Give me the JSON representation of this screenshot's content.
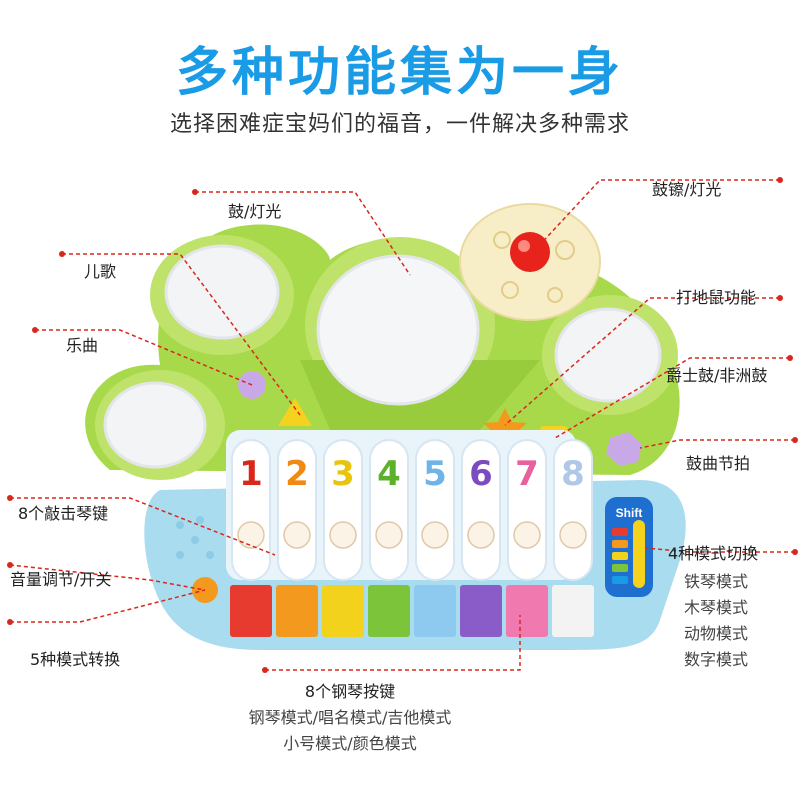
{
  "header": {
    "title": "多种功能集为一身",
    "subtitle": "选择困难症宝妈们的福音，一件解决多种需求"
  },
  "callouts": {
    "drum_light": "鼓/灯光",
    "cymbal_light": "鼓镲/灯光",
    "nursery_rhyme": "儿歌",
    "music": "乐曲",
    "whack_a_mole": "打地鼠功能",
    "jazz_drum": "爵士鼓/非洲鼓",
    "drum_beat": "鼓曲节拍",
    "xylophone_keys": "8个敲击琴键",
    "volume": "音量调节/开关",
    "five_modes": "5种模式转换",
    "four_modes": "4种模式切换",
    "piano_keys": "8个钢琴按键"
  },
  "four_mode_list": [
    "铁琴模式",
    "木琴模式",
    "动物模式",
    "数字模式"
  ],
  "piano_modes": [
    "钢琴模式/唱名模式/吉他模式",
    "小号模式/颜色模式"
  ],
  "toy": {
    "key_numbers": [
      "1",
      "2",
      "3",
      "4",
      "5",
      "6",
      "7",
      "8"
    ],
    "key_colors": [
      "#e63b2e",
      "#f39a1e",
      "#f2d21c",
      "#7cc43a",
      "#8ec9f0",
      "#8a5cc8",
      "#f07ab0",
      "#f3f3f3"
    ],
    "number_colors": [
      "#d8281c",
      "#f08a12",
      "#e8c40c",
      "#5cb02a",
      "#6fb4e8",
      "#7a4cc0",
      "#e8609e",
      "#b0c8e8"
    ],
    "shift_label": "Shift",
    "shift_colors": [
      "#e63b2e",
      "#f39a1e",
      "#f2d21c",
      "#7cc43a",
      "#1a9be6"
    ]
  },
  "colors": {
    "title": "#1a9be6",
    "callout_line": "#d8281c",
    "body_green": "#a8d94a",
    "body_blue": "#a9dcef"
  }
}
